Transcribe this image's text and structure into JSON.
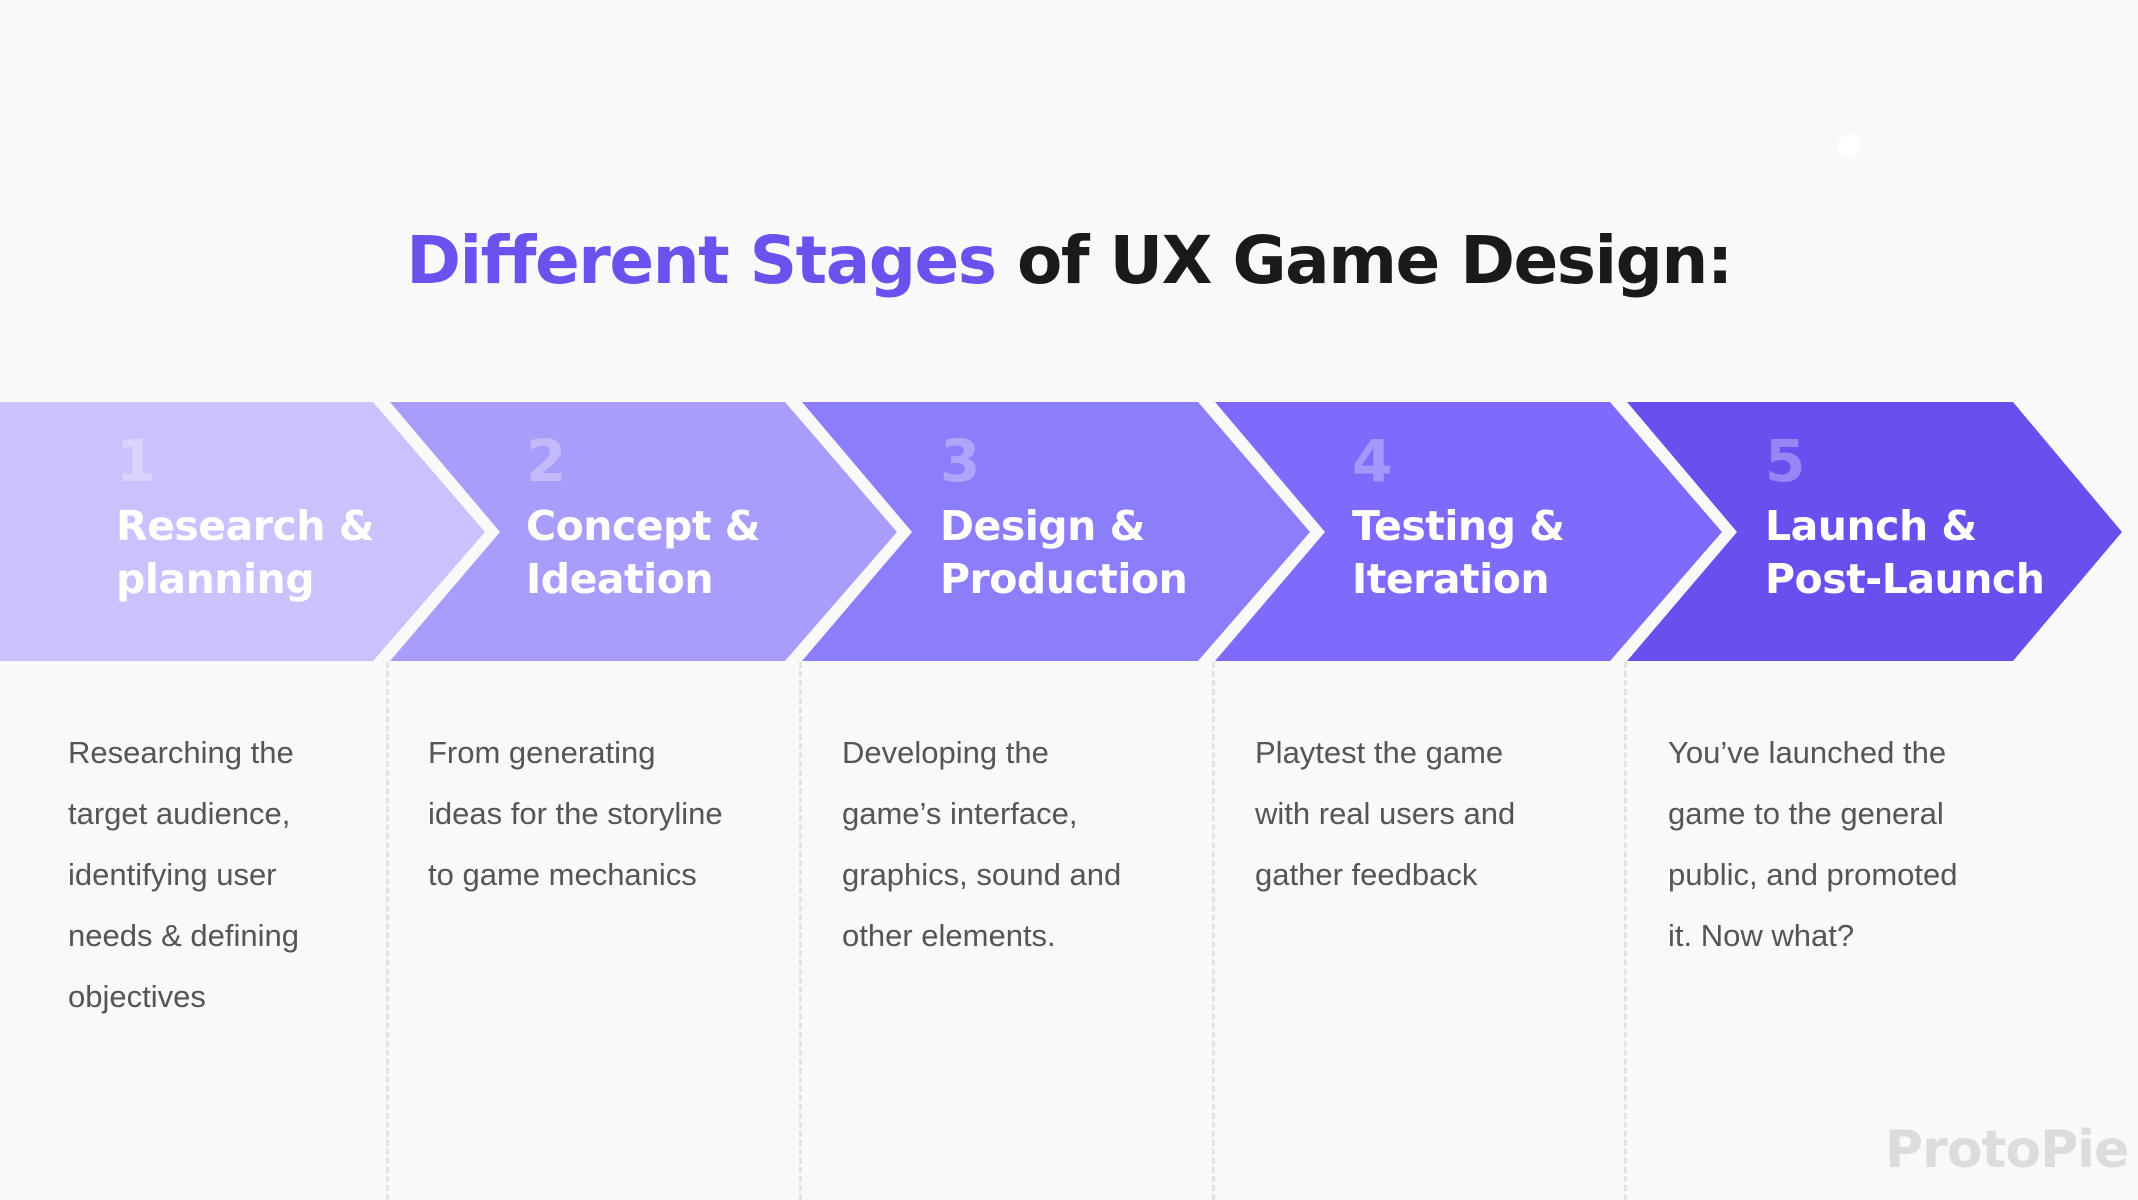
{
  "title": {
    "accent_text": "Different Stages",
    "rest_text": " of UX Game Design:",
    "accent_color": "#6B52EE",
    "text_color": "#1A1A1A"
  },
  "stages": [
    {
      "number": "1",
      "label_line1": "Research &",
      "label_line2": "planning",
      "color": "#CAC1FD",
      "description": [
        "Researching the",
        "target audience,",
        "identifying user",
        "needs & defining",
        "objectives"
      ]
    },
    {
      "number": "2",
      "label_line1": "Concept &",
      "label_line2": "Ideation",
      "color": "#A99DFC",
      "description": [
        "From generating",
        "ideas for the storyline",
        "to game mechanics"
      ]
    },
    {
      "number": "3",
      "label_line1": "Design &",
      "label_line2": "Production",
      "color": "#8C7EFB",
      "description": [
        "Developing the",
        "game’s interface,",
        "graphics, sound and",
        "other elements."
      ]
    },
    {
      "number": "4",
      "label_line1": "Testing &",
      "label_line2": "Iteration",
      "color": "#7E6BFB",
      "description": [
        "Playtest the game",
        "with real users and",
        "gather feedback"
      ]
    },
    {
      "number": "5",
      "label_line1": "Launch &",
      "label_line2": "Post-Launch",
      "color": "#6B4FEE",
      "description": [
        "You’ve launched the",
        "game to the general",
        "public, and promoted",
        "it. Now what?"
      ]
    }
  ],
  "brand": {
    "logo_text": "ProtoPie",
    "logo_color": "#DCDCDC"
  },
  "background_color": "#F9F9F9"
}
